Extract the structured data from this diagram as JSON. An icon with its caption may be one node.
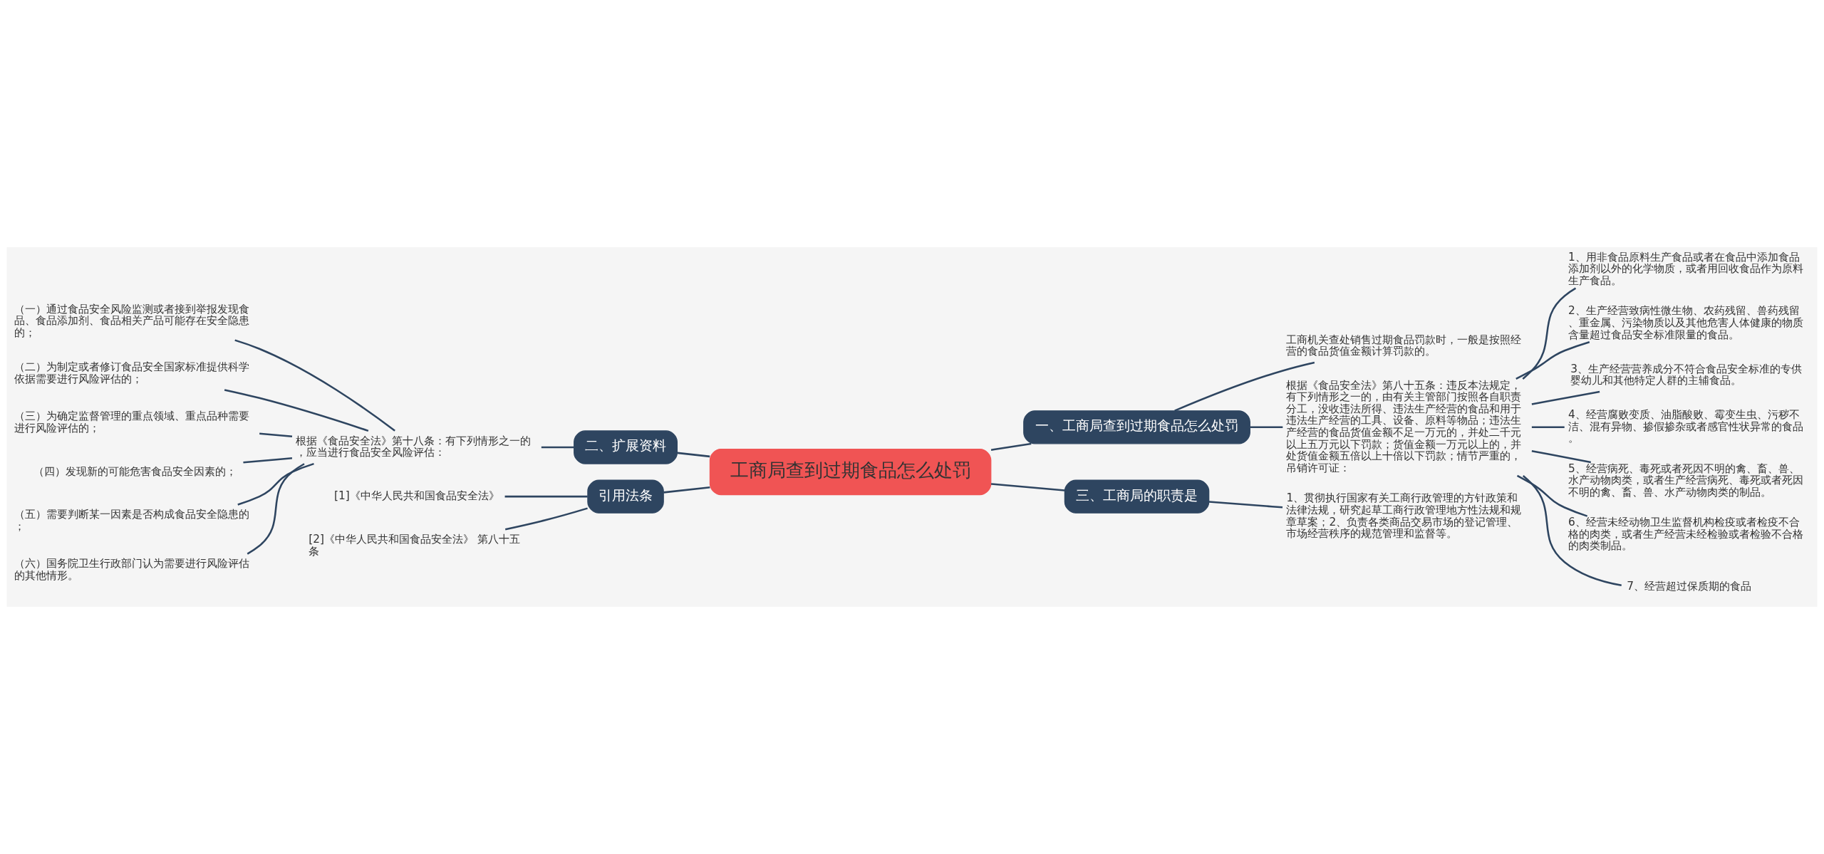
{
  "diagram": {
    "nodes": [
      {
        "text": [
          "工商局查到过期食品怎么处罚"
        ]
      },
      {
        "text": [
          "二、扩展资料"
        ]
      },
      {
        "text": [
          "根据《食品安全法》第十八条：有下列情形之一的，应当进行食品安全风险评估："
        ]
      },
      {
        "text": [
          "（一）通过食品安全风险监测或者接到举报发现食品、食品添加剂、食品相关产品可能存在安全隐患的；"
        ]
      },
      {
        "text": [
          "（二）为制定或者修订食品安全国家标准提供科学依据需要进行风险评估的；"
        ]
      },
      {
        "text": [
          "（三）为确定监督管理的重点领域、重点品种需要进行风险评估的；"
        ]
      },
      {
        "text": [
          "（四）发现新的可能危害食品安全因素的；"
        ]
      },
      {
        "text": [
          "（五）需要判断某一因素是否构成食品安全隐患的；"
        ]
      },
      {
        "text": [
          "（六）国务院卫生行政部门认为需要进行风险评估的其他情形。"
        ]
      },
      {
        "text": [
          "引用法条"
        ]
      },
      {
        "text": [
          "[1]《中华人民共和国食品安全法》"
        ]
      },
      {
        "text": [
          "[2]《中华人民共和国食品安全法》 第八十五条"
        ]
      },
      {
        "text": [
          "一、工商局查到过期食品怎么处罚"
        ]
      },
      {
        "text": [
          "工商机关查处销售过期食品罚款时，一般是按照经营的食品货值金额计算罚款的。"
        ]
      },
      {
        "text": [
          "根据《食品安全法》第八十五条：违反本法规定，有下列情形之一的，由有关主管部门按照各自职责分工，没收违法所得、违法生产经营的食品和用于违法生产经营的工具、设备、原料等物品；违法生产经营的食品货值金额不足一万元的，并处二千元以上五万元以下罚款；货值金额一万元以上的，并处货值金额五倍以上十倍以下罚款；情节严重的，吊销许可证："
        ]
      },
      {
        "text": [
          "1、用非食品原料生产食品或者在食品中添加食品添加剂以外的化学物质，或者用回收食品作为原料生产食品。"
        ]
      },
      {
        "text": [
          "2、生产经营致病性微生物、农药残留、兽药残留、重金属、污染物质以及其他危害人体健康的物质含量超过食品安全标准限量的食品。"
        ]
      },
      {
        "text": [
          "3、生产经营营养成分不符合食品安全标准的专供婴幼儿和其他特定人群的主辅食品。"
        ]
      },
      {
        "text": [
          "4、经营腐败变质、油脂酸败、霉变生虫、污秽不洁、混有异物、掺假掺杂或者感官性状异常的食品。"
        ]
      },
      {
        "text": [
          "5、经营病死、毒死或者死因不明的禽、畜、兽、水产动物肉类，或者生产经营病死、毒死或者死因不明的禽、畜、兽、水产动物肉类的制品。"
        ]
      },
      {
        "text": [
          "6、经营未经动物卫生监督机构检疫或者检疫不合格的肉类，或者生产经营未经检验或者检验不合格的肉类制品。"
        ]
      },
      {
        "text": [
          "7、经营超过保质期的食品"
        ]
      },
      {
        "text": [
          "三、工商局的职责是"
        ]
      },
      {
        "text": [
          "1、贯彻执行国家有关工商行政管理的方针政策和法律法规，研究起草工商行政管理地方性法规和规章草案；2、负责各类商品交易市场的登记管理、市场经营秩序的规范管理和监督等。"
        ]
      }
    ],
    "edges": [
      {
        "from": 0,
        "to": 1,
        "arrow": "none"
      },
      {
        "from": 1,
        "to": 2,
        "arrow": "none"
      },
      {
        "from": 2,
        "to": 3,
        "arrow": "none"
      },
      {
        "from": 2,
        "to": 4,
        "arrow": "none"
      },
      {
        "from": 2,
        "to": 5,
        "arrow": "none"
      },
      {
        "from": 2,
        "to": 6,
        "arrow": "none"
      },
      {
        "from": 2,
        "to": 7,
        "arrow": "none"
      },
      {
        "from": 2,
        "to": 8,
        "arrow": "none"
      },
      {
        "from": 0,
        "to": 9,
        "arrow": "none"
      },
      {
        "from": 9,
        "to": 10,
        "arrow": "none"
      },
      {
        "from": 9,
        "to": 11,
        "arrow": "none"
      },
      {
        "from": 0,
        "to": 12,
        "arrow": "none"
      },
      {
        "from": 12,
        "to": 13,
        "arrow": "none"
      },
      {
        "from": 12,
        "to": 14,
        "arrow": "none"
      },
      {
        "from": 14,
        "to": 15,
        "arrow": "none"
      },
      {
        "from": 14,
        "to": 16,
        "arrow": "none"
      },
      {
        "from": 14,
        "to": 17,
        "arrow": "none"
      },
      {
        "from": 14,
        "to": 18,
        "arrow": "none"
      },
      {
        "from": 14,
        "to": 19,
        "arrow": "none"
      },
      {
        "from": 14,
        "to": 20,
        "arrow": "none"
      },
      {
        "from": 14,
        "to": 21,
        "arrow": "none"
      },
      {
        "from": 0,
        "to": 22,
        "arrow": "none"
      },
      {
        "from": 22,
        "to": 23,
        "arrow": "none"
      }
    ]
  }
}
